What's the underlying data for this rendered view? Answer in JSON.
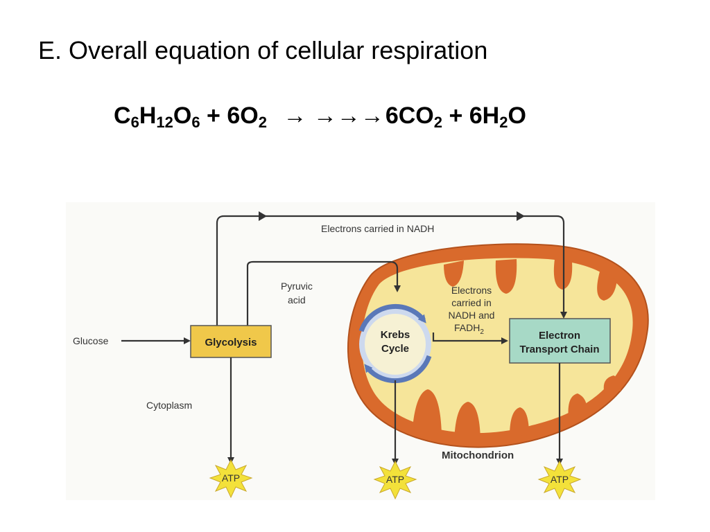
{
  "slide": {
    "title": "E. Overall equation of cellular respiration"
  },
  "equation": {
    "glucose": {
      "c": "C",
      "c_sub": "6",
      "h": "H",
      "h_sub": "12",
      "o": "O",
      "o_sub": "6"
    },
    "plus1": "+ 6O",
    "o2_sub": "2",
    "arrows": "→ →→→",
    "co2": "6CO",
    "co2_sub": "2",
    "plus2": "+ 6H",
    "h2o_sub": "2",
    "h2o_end": "O"
  },
  "diagram": {
    "electrons_nadh_label": "Electrons carried in NADH",
    "pyruvic_line1": "Pyruvic",
    "pyruvic_line2": "acid",
    "glucose_label": "Glucose",
    "glycolysis_label": "Glycolysis",
    "cytoplasm_label": "Cytoplasm",
    "krebs_line1": "Krebs",
    "krebs_line2": "Cycle",
    "electrons_fadh_line1": "Electrons",
    "electrons_fadh_line2": "carried in",
    "electrons_fadh_line3": "NADH and",
    "electrons_fadh_line4": "FADH",
    "electrons_fadh_sub": "2",
    "etc_line1": "Electron",
    "etc_line2": "Transport Chain",
    "mitochondrion_label": "Mitochondrion",
    "atp_label": "ATP",
    "colors": {
      "outer_membrane": "#d96a2c",
      "matrix": "#f6e59a",
      "glycolysis_box": "#f0c84a",
      "etc_box": "#a7d9c6",
      "atp_star": "#f3e13a",
      "krebs_arrow": "#5a78b8"
    }
  }
}
